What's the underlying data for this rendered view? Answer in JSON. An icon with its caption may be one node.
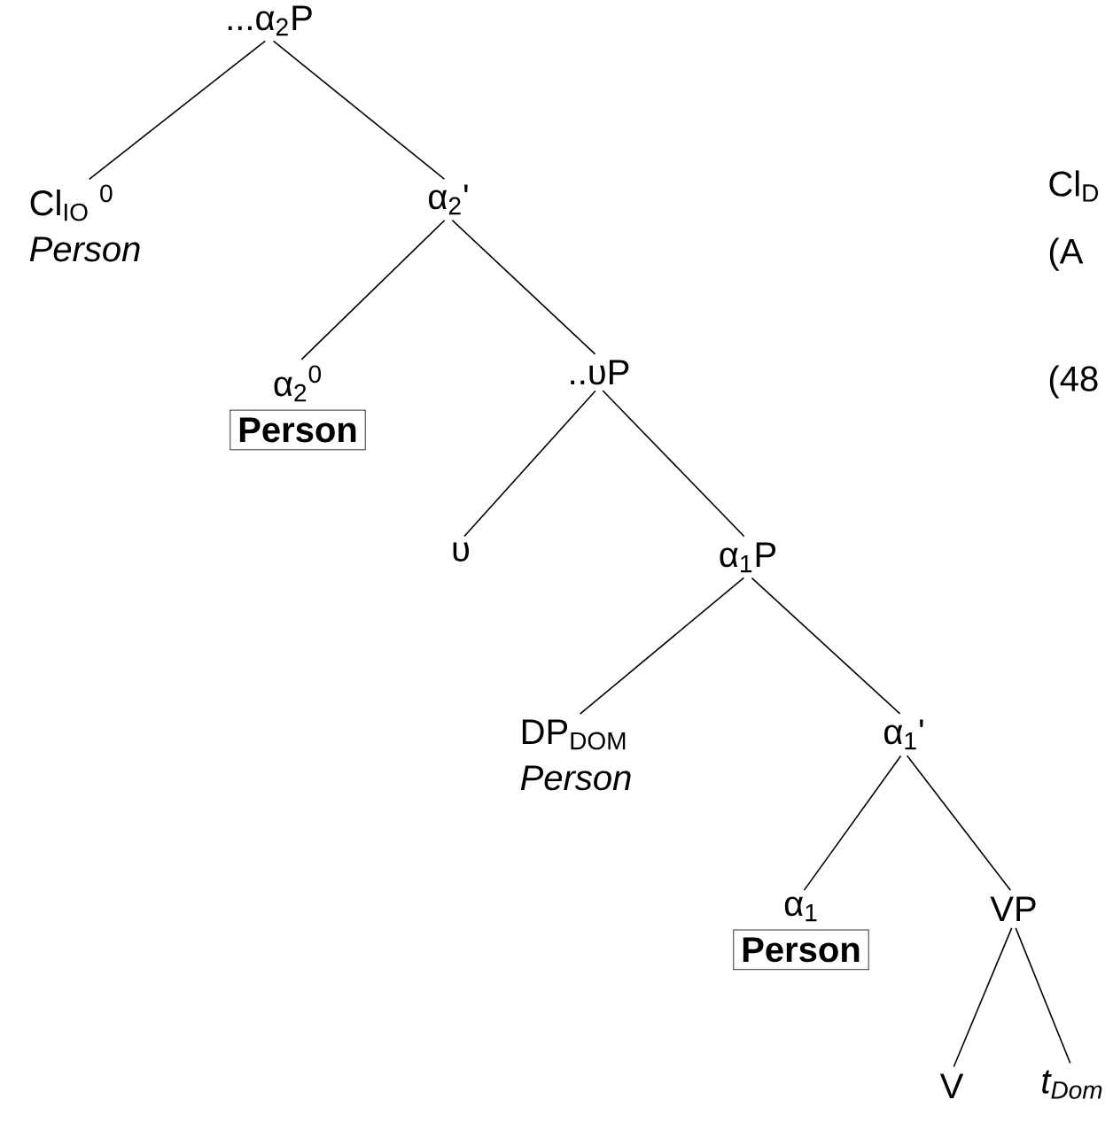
{
  "diagram": {
    "nodes": [
      {
        "text": [
          "...α$_{2}$P"
        ]
      },
      {
        "text": [
          "Cl$_{IO}$ $^{0}$",
          "Person"
        ]
      },
      {
        "text": [
          "α$_{2}$'"
        ]
      },
      {
        "text": [
          "α$_{2}$$^{0}$",
          "Person"
        ]
      },
      {
        "text": [
          "..υP"
        ]
      },
      {
        "text": [
          "υ"
        ]
      },
      {
        "text": [
          "α$_{1}$P"
        ]
      },
      {
        "text": [
          "DP$_{DOM}$",
          "Person"
        ]
      },
      {
        "text": [
          "α$_{1}$'"
        ]
      },
      {
        "text": [
          "α$_{1}$",
          "Person"
        ]
      },
      {
        "text": [
          "VP"
        ]
      },
      {
        "text": [
          "V"
        ]
      },
      {
        "text": [
          "t$_{Dom}$"
        ]
      }
    ],
    "edges": [
      {
        "from": 0,
        "to": 1,
        "arrow": "none"
      },
      {
        "from": 0,
        "to": 2,
        "arrow": "none"
      },
      {
        "from": 2,
        "to": 3,
        "arrow": "none"
      },
      {
        "from": 2,
        "to": 4,
        "arrow": "none"
      },
      {
        "from": 4,
        "to": 5,
        "arrow": "none"
      },
      {
        "from": 4,
        "to": 6,
        "arrow": "none"
      },
      {
        "from": 6,
        "to": 7,
        "arrow": "none"
      },
      {
        "from": 6,
        "to": 8,
        "arrow": "none"
      },
      {
        "from": 8,
        "to": 9,
        "arrow": "none"
      },
      {
        "from": 8,
        "to": 10,
        "arrow": "none"
      },
      {
        "from": 10,
        "to": 11,
        "arrow": "none"
      },
      {
        "from": 10,
        "to": 12,
        "arrow": "none"
      }
    ],
    "labels": [
      "Cl$_{D}$",
      "(A",
      "(48"
    ]
  }
}
